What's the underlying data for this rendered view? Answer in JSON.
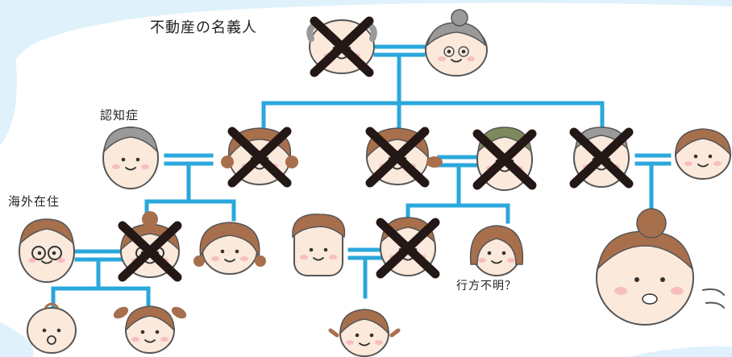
{
  "labels": {
    "owner": "不動産の名義人",
    "dementia": "認知症",
    "overseas": "海外在住",
    "missing": "行方不明？"
  },
  "colors": {
    "line": "#2aa7dc",
    "cross": "#231815",
    "skin": "#fbe9dc",
    "outline": "#555555",
    "hair_brown": "#a86f4c",
    "hair_gray": "#9a9a9a",
    "hair_olive": "#7d8a5c",
    "cheek": "#f6b3b8",
    "background_tint": "#dff1fb"
  }
}
